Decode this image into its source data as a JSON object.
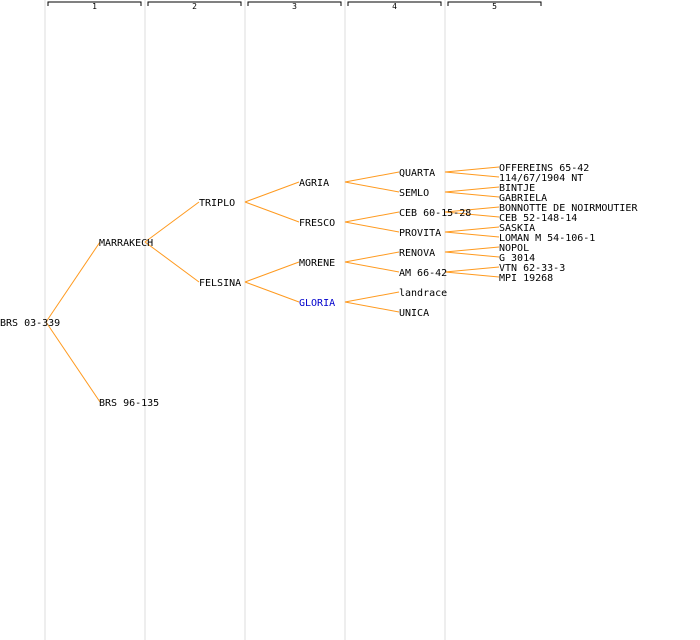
{
  "colors": {
    "edge": "#ff9a1f",
    "text": "#000000",
    "highlight": "#0000cc",
    "column_line": "#eeeeee"
  },
  "generations": [
    "1",
    "2",
    "3",
    "4",
    "5"
  ],
  "pedigree": {
    "name": "BRS 03-339",
    "parents": [
      {
        "name": "MARRAKECH",
        "parents": [
          {
            "name": "TRIPLO",
            "parents": [
              {
                "name": "AGRIA",
                "parents": [
                  {
                    "name": "QUARTA",
                    "parents": [
                      {
                        "name": "OFFEREINS 65-42"
                      },
                      {
                        "name": "114/67/1904 NT"
                      }
                    ]
                  },
                  {
                    "name": "SEMLO",
                    "parents": [
                      {
                        "name": "BINTJE"
                      },
                      {
                        "name": "GABRIELA"
                      }
                    ]
                  }
                ]
              },
              {
                "name": "FRESCO",
                "parents": [
                  {
                    "name": "CEB 60-15-28",
                    "parents": [
                      {
                        "name": "BONNOTTE DE NOIRMOUTIER"
                      },
                      {
                        "name": "CEB 52-148-14"
                      }
                    ]
                  },
                  {
                    "name": "PROVITA",
                    "parents": [
                      {
                        "name": "SASKIA"
                      },
                      {
                        "name": "LOMAN M 54-106-1"
                      }
                    ]
                  }
                ]
              }
            ]
          },
          {
            "name": "FELSINA",
            "parents": [
              {
                "name": "MORENE",
                "parents": [
                  {
                    "name": "RENOVA",
                    "parents": [
                      {
                        "name": "NOPOL"
                      },
                      {
                        "name": "G 3014"
                      }
                    ]
                  },
                  {
                    "name": "AM 66-42",
                    "parents": [
                      {
                        "name": "VTN 62-33-3"
                      },
                      {
                        "name": "MPI 19268"
                      }
                    ]
                  }
                ]
              },
              {
                "name": "GLORIA",
                "highlight": true,
                "parents": [
                  {
                    "name": "landrace"
                  },
                  {
                    "name": "UNICA"
                  }
                ]
              }
            ]
          }
        ]
      },
      {
        "name": "BRS 96-135"
      }
    ]
  }
}
